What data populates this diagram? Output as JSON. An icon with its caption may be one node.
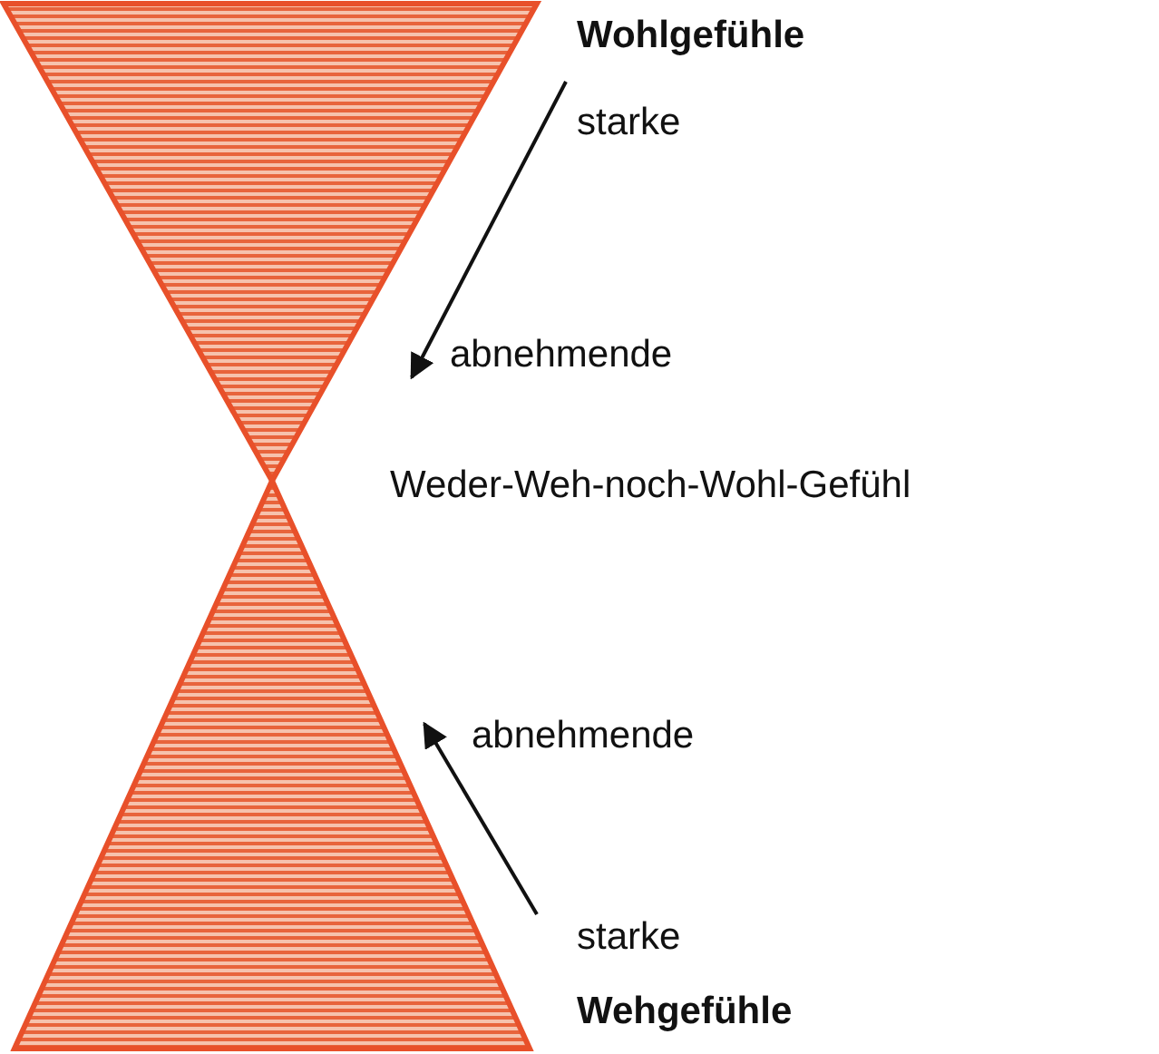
{
  "diagram": {
    "labels": [
      "Wohlgefühle",
      "starke",
      "abnehmende",
      "Weder-Weh-noch-Wohl-Gefühl",
      "abnehmende",
      "starke",
      "Wehgefühle"
    ]
  }
}
